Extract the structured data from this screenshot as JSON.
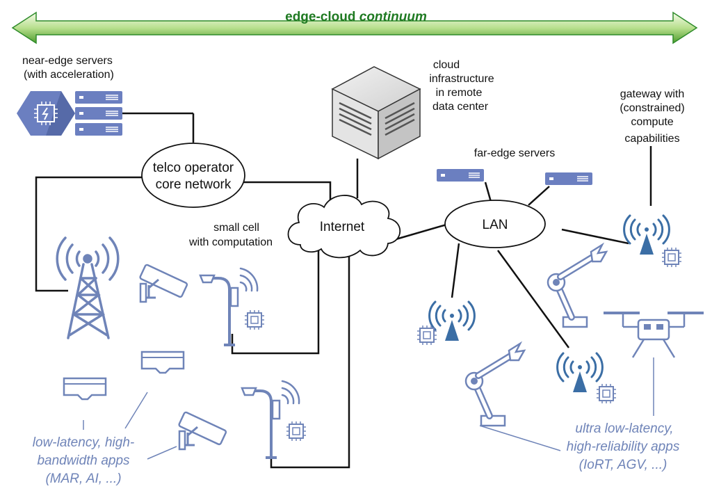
{
  "title": {
    "bold": "edge-cloud ",
    "italic": "continuum"
  },
  "labels": {
    "near_edge": [
      "near-edge servers",
      "(with acceleration)"
    ],
    "telco": [
      "telco operator",
      "core network"
    ],
    "cloud": [
      "cloud",
      "infrastructure",
      "in remote",
      "data center"
    ],
    "internet": "Internet",
    "lan": "LAN",
    "far_edge": "far-edge servers",
    "gateway": [
      "gateway with",
      "(constrained)",
      "compute",
      "capabilities"
    ],
    "small_cell": [
      "small cell",
      "with computation"
    ],
    "low_latency": [
      "low-latency, high-",
      "bandwidth apps",
      "(MAR, AI, ...)"
    ],
    "ultra_low": [
      "ultra low-latency,",
      "high-reliability apps",
      "(IoRT, AGV, ...)"
    ]
  },
  "colors": {
    "title_green": "#1f7a22",
    "arrow_light": "#dff0c8",
    "arrow_dark": "#2e8b2a",
    "device_blue": "#6f84b8",
    "server_blue": "#6b7fc0",
    "antenna_blue": "#3b6ea5",
    "line": "#111111"
  },
  "icons": [
    "edge-cloud-arrow",
    "accelerator-chip-icon",
    "server-rack-icon",
    "cloud-datacenter-cube-icon",
    "far-edge-server-icon",
    "cell-tower-icon",
    "security-camera-icon",
    "vr-goggles-icon",
    "street-lamp-small-cell-icon",
    "wifi-antenna-icon",
    "microchip-icon",
    "robot-arm-icon",
    "drone-icon"
  ]
}
